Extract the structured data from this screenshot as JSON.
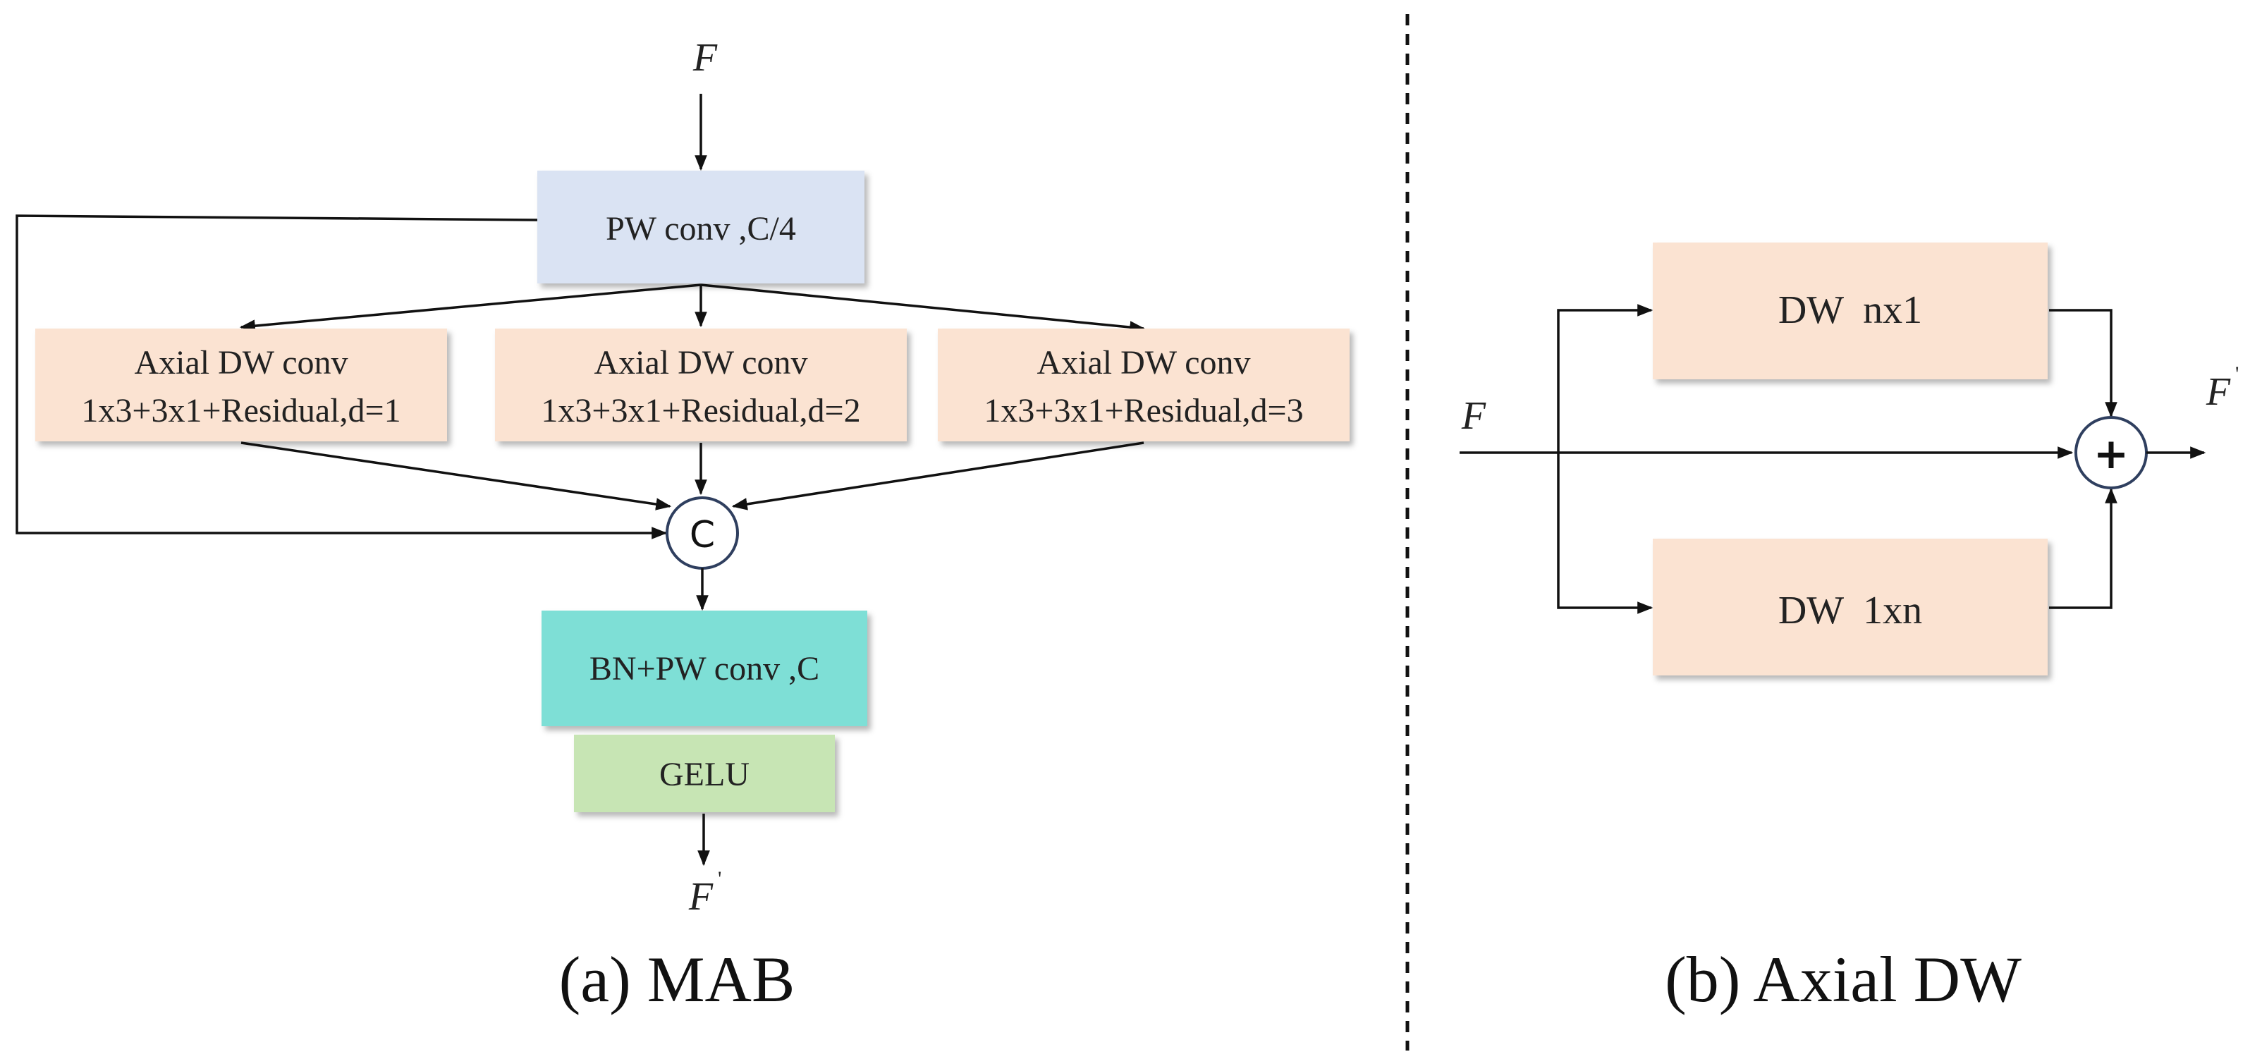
{
  "colors": {
    "peach_box": "#fbe3d2",
    "blue_box": "#dae3f3",
    "teal_box": "#7edfd6",
    "green_box": "#c7e5b4",
    "node_stroke": "#2f3f5f"
  },
  "mab": {
    "input_label": "F",
    "pw_conv": "PW conv ,C/4",
    "branches": [
      {
        "line1": "Axial DW conv",
        "line2": "1x3+3x1+Residual,d=1"
      },
      {
        "line1": "Axial DW conv",
        "line2": "1x3+3x1+Residual,d=2"
      },
      {
        "line1": "Axial DW conv",
        "line2": "1x3+3x1+Residual,d=3"
      }
    ],
    "concat_symbol": "C",
    "bn_pw_conv": "BN+PW conv ,C",
    "gelu": "GELU",
    "output_label": "F",
    "output_prime": "'",
    "caption": "(a) MAB"
  },
  "axial_dw": {
    "input_label": "F",
    "top_box": "DW  nx1",
    "bottom_box": "DW  1xn",
    "add_symbol": "+",
    "output_label": "F",
    "output_prime": "'",
    "caption": "(b) Axial DW"
  }
}
